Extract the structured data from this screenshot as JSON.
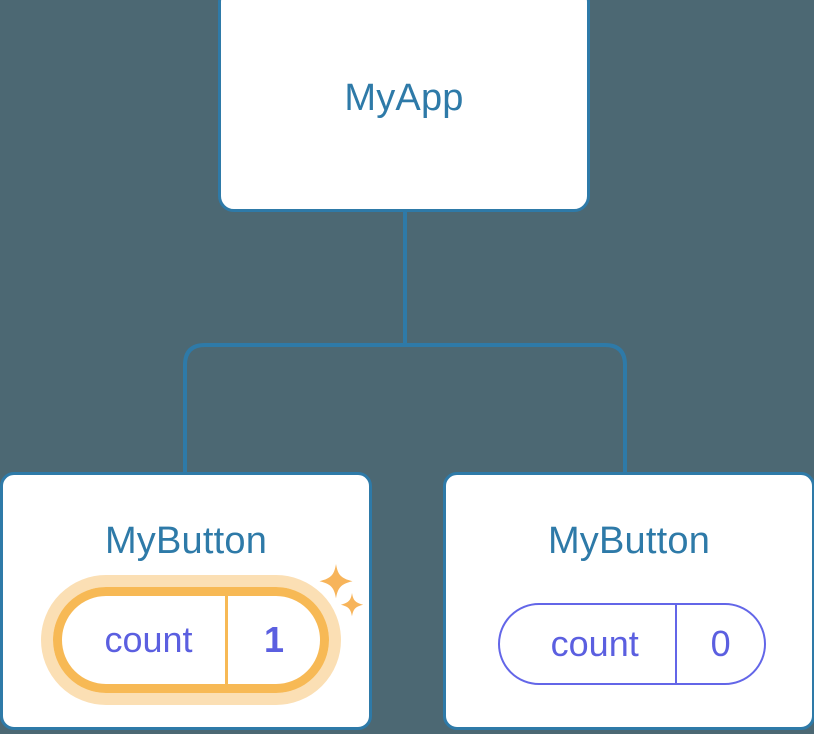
{
  "diagram": {
    "type": "component-tree",
    "background_color": "#4c6873",
    "accent_color": "#2e7aa8",
    "prop_color": "#5b5fe0",
    "highlight_color": "#f7b955",
    "highlight_glow_color": "#fbdfb4",
    "root": {
      "name": "root-node",
      "title": "MyApp"
    },
    "children": [
      {
        "name": "left-child",
        "title": "MyButton",
        "prop_key": "count",
        "prop_value": "1",
        "highlighted": true,
        "sparkles": 2
      },
      {
        "name": "right-child",
        "title": "MyButton",
        "prop_key": "count",
        "prop_value": "0",
        "highlighted": false,
        "sparkles": 0
      }
    ]
  }
}
